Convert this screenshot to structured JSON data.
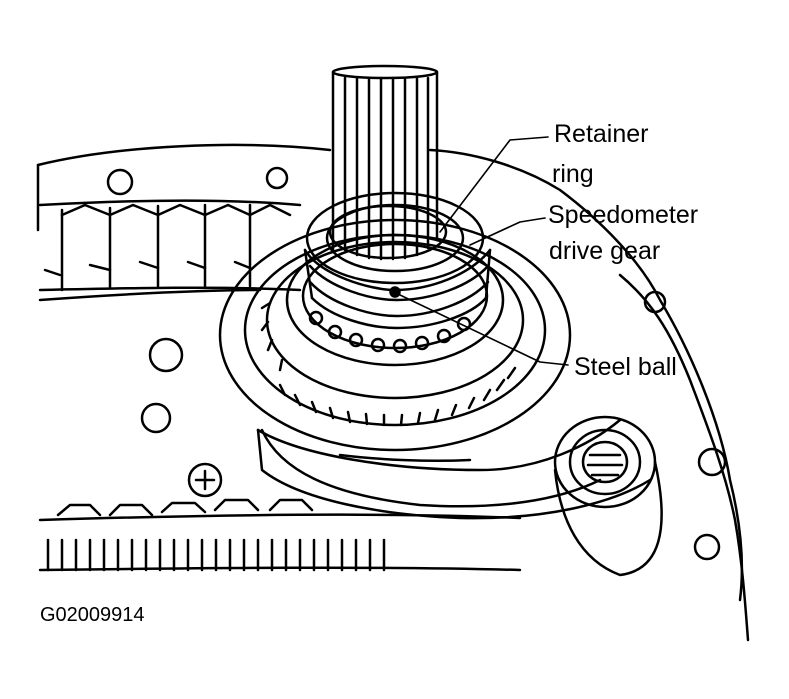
{
  "labels": {
    "retainer_ring_1": "Retainer",
    "retainer_ring_2": "ring",
    "speedometer_1": "Speedometer",
    "speedometer_2": "drive gear",
    "steel_ball": "Steel ball"
  },
  "figure_id": "G02009914",
  "colors": {
    "ink": "#000000",
    "paper": "#ffffff"
  }
}
